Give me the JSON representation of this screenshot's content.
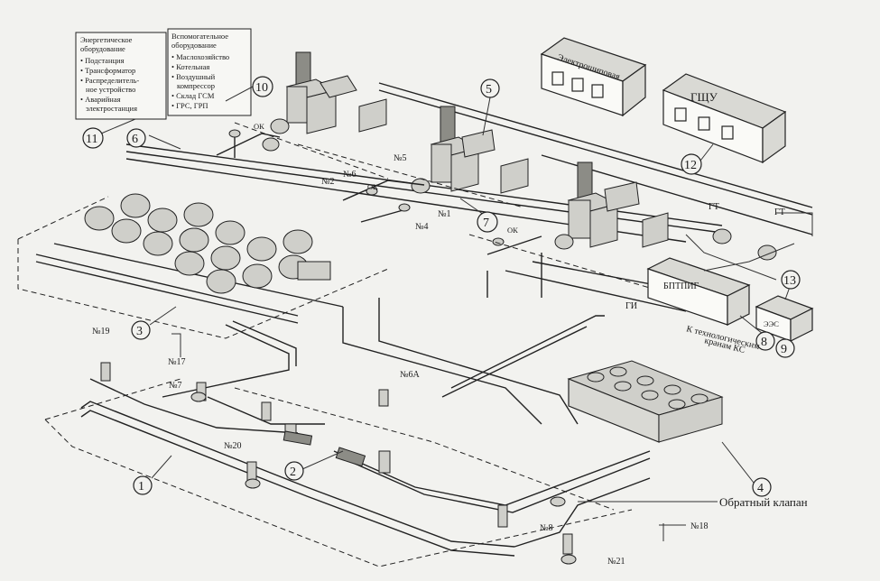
{
  "legend_energy": {
    "title_l1": "Энергетическое",
    "title_l2": "оборудование",
    "items": [
      "Подстанция",
      "Трансформатор",
      "Распределитель-",
      "ное устройство",
      "Аварийная",
      "электростанция"
    ]
  },
  "legend_aux": {
    "title_l1": "Вспомогательное",
    "title_l2": "оборудование",
    "items": [
      "Маслохозяйство",
      "Котельная",
      "Воздушный",
      "компрессор",
      "Склад ГСМ",
      "ГРС, ГРП"
    ]
  },
  "buildings": {
    "workshop": "Электрошиповая",
    "gshchu": "ГЩУ",
    "bptpig": "БПТПИГ",
    "aes": "ЭЭС"
  },
  "pipe_labels": {
    "gt_1": "ГТ",
    "gt_2": "ГТ",
    "gi": "ГИ"
  },
  "units": {
    "ok_1": "ОК",
    "ok_2": "ОК",
    "ok_3": "ОК",
    "n1": "№1",
    "n2": "№2",
    "n4": "№4",
    "n5": "№5",
    "n6": "№6",
    "n6a": "№6А",
    "n7": "№7",
    "n8": "№8",
    "n17": "№17",
    "n18": "№18",
    "n19": "№19",
    "n20": "№20",
    "n21": "№21"
  },
  "callouts": {
    "c1": "1",
    "c2": "2",
    "c3": "3",
    "c4": "4",
    "c5": "5",
    "c6": "6",
    "c7": "7",
    "c8": "8",
    "c9": "9",
    "c10": "10",
    "c11": "11",
    "c12": "12",
    "c13": "13"
  },
  "annotations": {
    "cranes_l1": "К технологическим",
    "cranes_l2": "кранам КС",
    "check_valve": "Обратный клапан"
  }
}
